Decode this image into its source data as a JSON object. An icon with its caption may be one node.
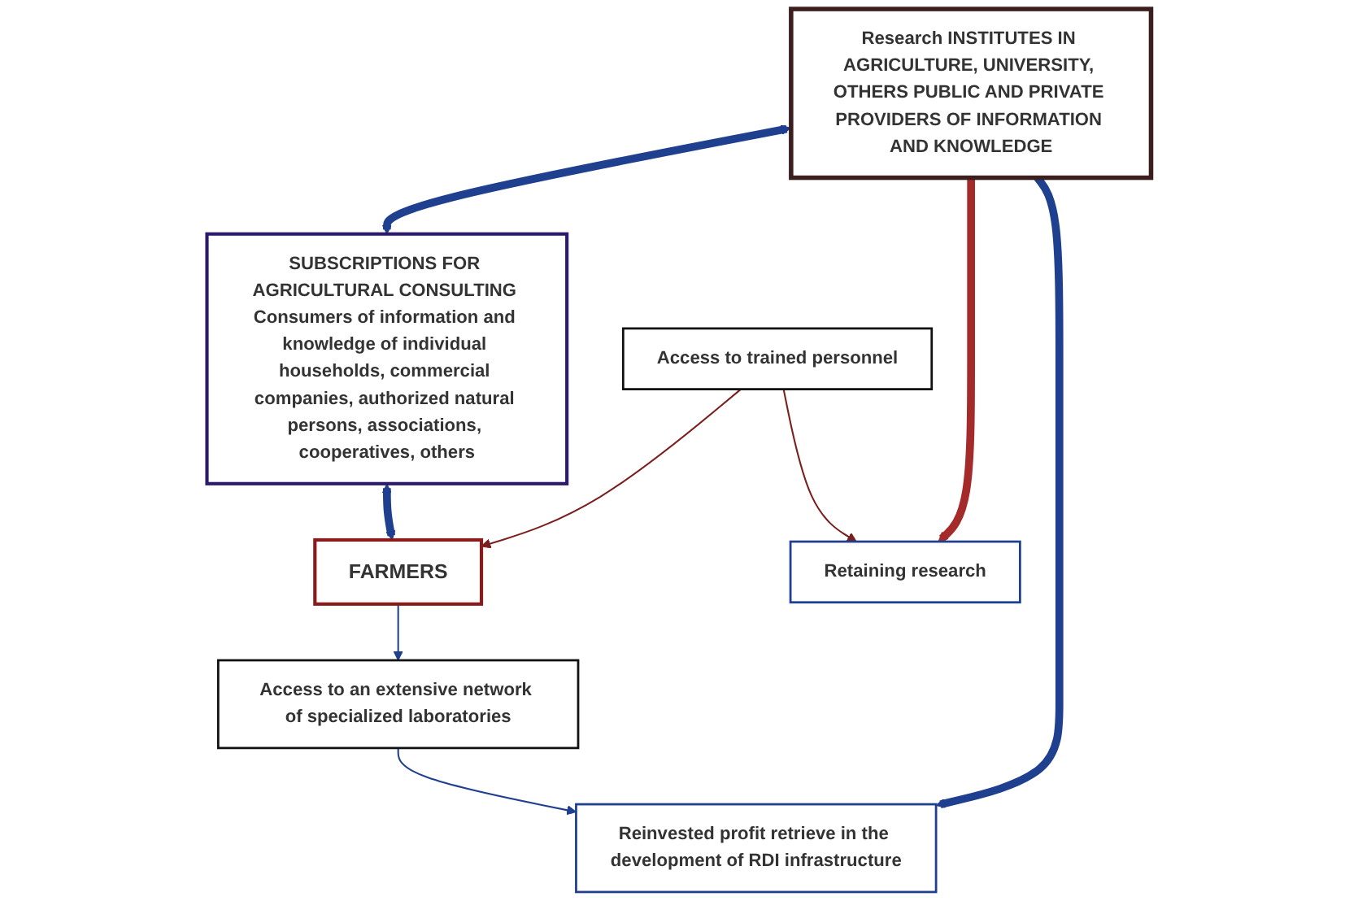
{
  "diagram": {
    "nodes": [
      {
        "text": [
          "Research INSTITUTES IN AGRICULTURE, UNIVERSITY, OTHERS PUBLIC AND PRIVATE PROVIDERS OF INFORMATION AND KNOWLEDGE"
        ]
      },
      {
        "text": [
          "Reinvested profit retrieve in the development of RDI infrastructure"
        ]
      },
      {
        "text": [
          "Retaining research"
        ]
      },
      {
        "text": [
          "SUBSCRIPTIONS FOR AGRICULTURAL CONSULTING Consumers of information and knowledge of individual households, commercial companies, authorized natural persons, associations, cooperatives, others"
        ]
      },
      {
        "text": [
          "Access to an extensive network of specialized laboratories"
        ]
      },
      {
        "text": [
          "FARMERS"
        ]
      },
      {
        "text": [
          "Access to trained personnel"
        ]
      }
    ],
    "edges": [
      {
        "from": 0,
        "to": 1,
        "arrow": "to",
        "style": "thick"
      },
      {
        "from": 0,
        "to": 2,
        "arrow": "to",
        "style": "thick",
        "color": "#a52a2a"
      },
      {
        "from": 0,
        "to": 3,
        "arrow": "both",
        "style": "thick"
      },
      {
        "from": 3,
        "to": 5,
        "arrow": "both",
        "style": "thick"
      },
      {
        "from": 5,
        "to": 4,
        "arrow": "to"
      },
      {
        "from": 4,
        "to": 1,
        "arrow": "to"
      },
      {
        "from": 6,
        "to": 2,
        "arrow": "to",
        "color": "#7b1e1e"
      },
      {
        "from": 6,
        "to": 5,
        "arrow": "to",
        "color": "#7b1e1e"
      }
    ]
  }
}
